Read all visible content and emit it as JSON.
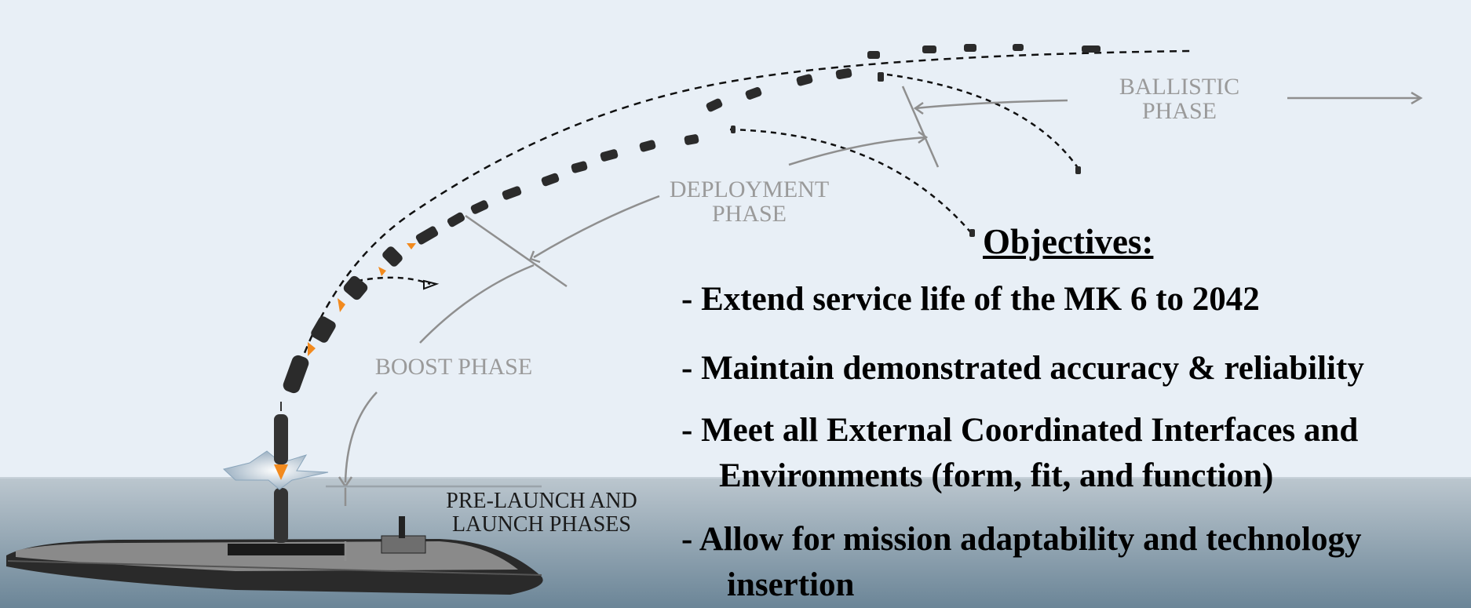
{
  "phases": {
    "boost": "BOOST PHASE",
    "deployment_line1": "DEPLOYMENT",
    "deployment_line2": "PHASE",
    "ballistic_line1": "BALLISTIC",
    "ballistic_line2": "PHASE",
    "launch_line1": "PRE-LAUNCH AND",
    "launch_line2": "LAUNCH PHASES"
  },
  "objectives": {
    "title": "Objectives:",
    "items": [
      {
        "line1": "- Extend service life of the MK 6 to 2042",
        "line2": ""
      },
      {
        "line1": "- Maintain demonstrated accuracy & reliability",
        "line2": ""
      },
      {
        "line1": "- Meet all External Coordinated Interfaces and",
        "line2": "Environments (form, fit, and function)"
      },
      {
        "line1": "- Allow for mission adaptability and technology",
        "line2": "insertion"
      }
    ]
  },
  "colors": {
    "sky": "#e8eff6",
    "sea_top": "#b9c4cc",
    "sea_bottom": "#6d8799",
    "arrow_gray": "#8f8f8f",
    "missile_dark": "#2b2b2b",
    "flame": "#f28a1e"
  }
}
